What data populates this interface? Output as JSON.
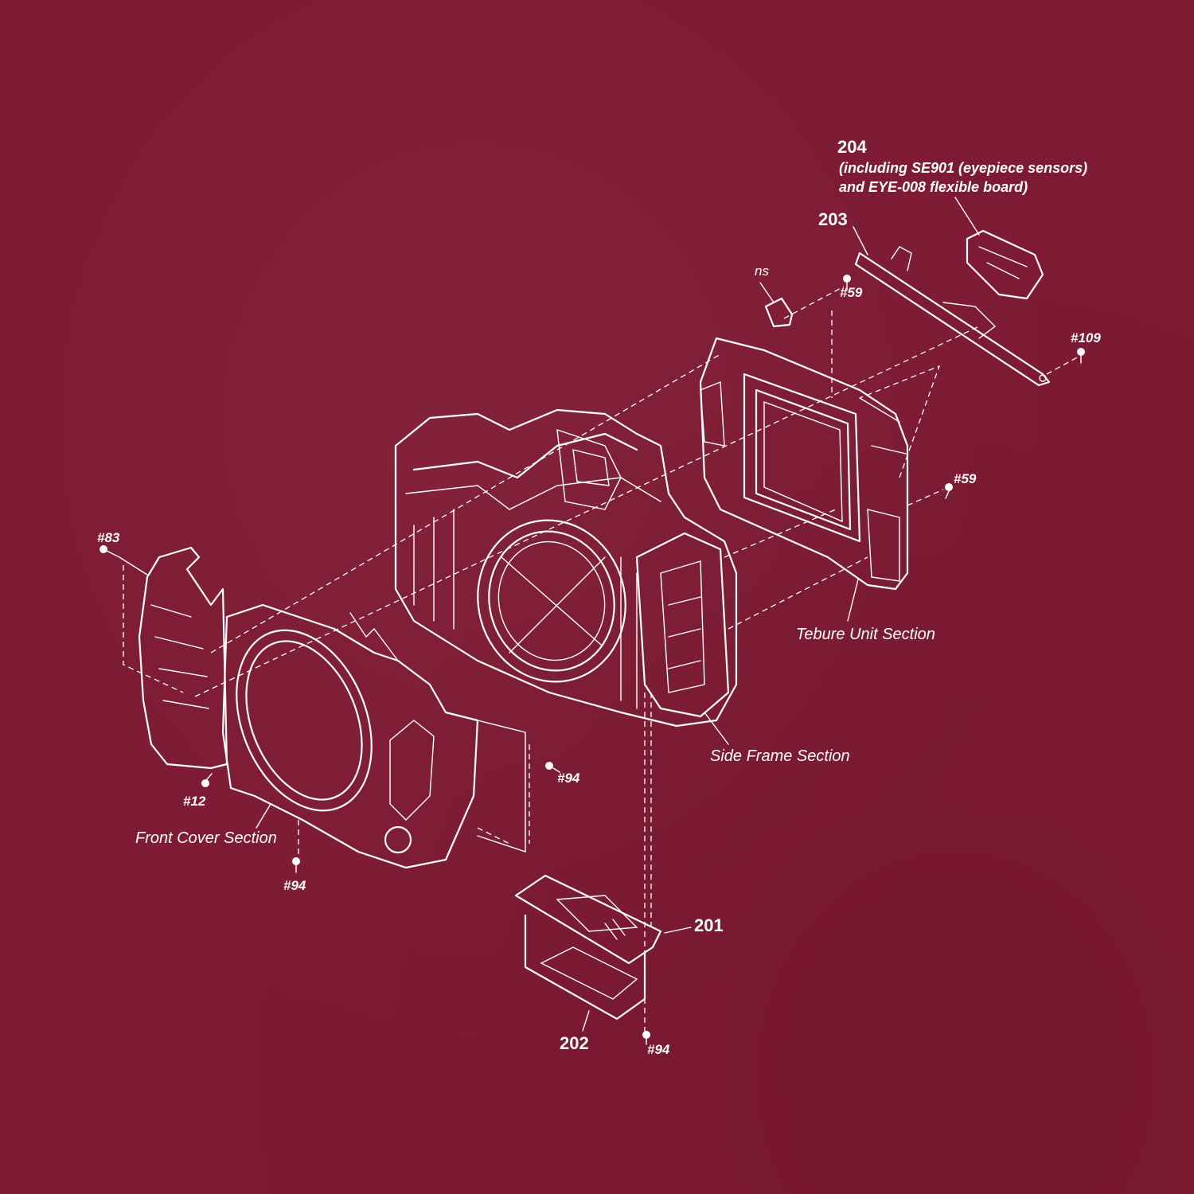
{
  "background_color": "#7e1a33",
  "line_color": "#ffffff",
  "parts": {
    "p204": {
      "number": "204",
      "note_line1": "(including SE901 (eyepiece sensors)",
      "note_line2": "and EYE-008 flexible board)"
    },
    "p203": {
      "number": "203"
    },
    "p201": {
      "number": "201"
    },
    "p202": {
      "number": "202"
    }
  },
  "screws": {
    "ns": "ns",
    "s59_top": "#59",
    "s109": "#109",
    "s59_right": "#59",
    "s83": "#83",
    "s12": "#12",
    "s94_mid": "#94",
    "s94_left": "#94",
    "s94_bottom": "#94"
  },
  "sections": {
    "tebure": "Tebure Unit Section",
    "side_frame": "Side Frame Section",
    "front_cover": "Front Cover Section"
  }
}
